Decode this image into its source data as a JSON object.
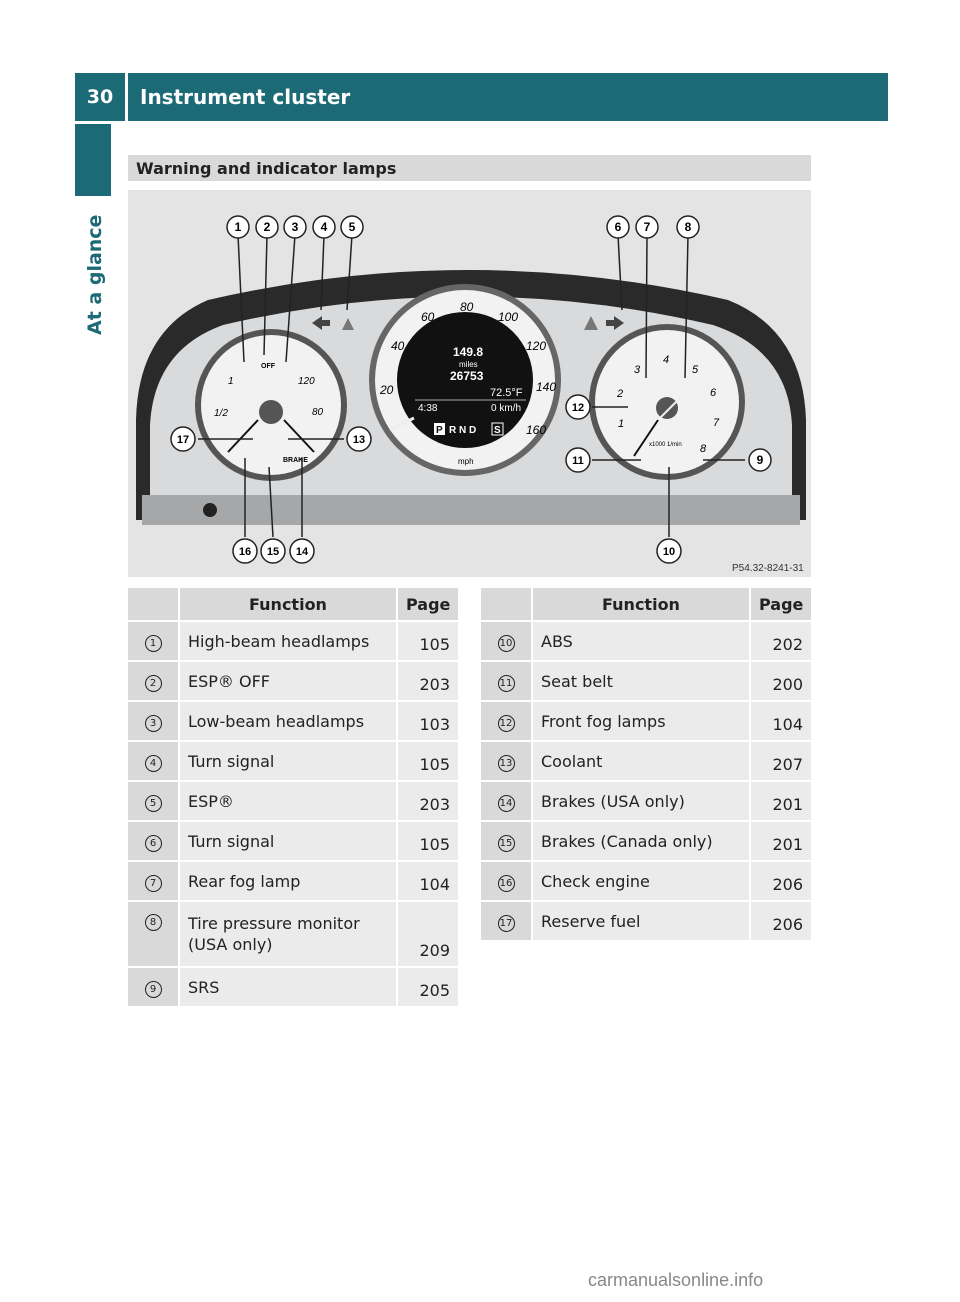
{
  "header": {
    "page_number": "30",
    "title": "Instrument cluster"
  },
  "sidebar": {
    "label": "At a glance"
  },
  "section": {
    "title": "Warning and indicator lamps"
  },
  "figure": {
    "ref_code": "P54.32-8241-31",
    "callouts": [
      "1",
      "2",
      "3",
      "4",
      "5",
      "6",
      "7",
      "8",
      "9",
      "10",
      "11",
      "12",
      "13",
      "14",
      "15",
      "16",
      "17"
    ],
    "speedo_ticks": [
      "20",
      "40",
      "60",
      "80",
      "100",
      "120",
      "140",
      "160"
    ],
    "tacho_ticks": [
      "1",
      "2",
      "3",
      "4",
      "5",
      "6",
      "7",
      "8"
    ],
    "left_gauge_labels": [
      "1",
      "1/2",
      "120",
      "80"
    ],
    "trip": "149.8",
    "trip_unit": "miles",
    "odometer": "26753",
    "temperature": "72.5°F",
    "clock": "4:38",
    "speed_kmh": "0 km/h",
    "gear_p": "P",
    "gears": "R N D",
    "gear_s": "S",
    "speed_unit": "mph",
    "tacho_unit": "x1000 1/min",
    "brake_label": "BRAKE",
    "esp_off_label": "OFF"
  },
  "table_left": {
    "headers": {
      "function": "Function",
      "page": "Page"
    },
    "rows": [
      {
        "num": "1",
        "function": "High-beam headlamps",
        "page": "105"
      },
      {
        "num": "2",
        "function": "ESP® OFF",
        "page": "203"
      },
      {
        "num": "3",
        "function": "Low-beam headlamps",
        "page": "103"
      },
      {
        "num": "4",
        "function": "Turn signal",
        "page": "105"
      },
      {
        "num": "5",
        "function": "ESP®",
        "page": "203"
      },
      {
        "num": "6",
        "function": "Turn signal",
        "page": "105"
      },
      {
        "num": "7",
        "function": "Rear fog lamp",
        "page": "104"
      },
      {
        "num": "8",
        "function": "Tire pressure monitor (USA only)",
        "page": "209"
      },
      {
        "num": "9",
        "function": "SRS",
        "page": "205"
      }
    ]
  },
  "table_right": {
    "headers": {
      "function": "Function",
      "page": "Page"
    },
    "rows": [
      {
        "num": "10",
        "function": "ABS",
        "page": "202"
      },
      {
        "num": "11",
        "function": "Seat belt",
        "page": "200"
      },
      {
        "num": "12",
        "function": "Front fog lamps",
        "page": "104"
      },
      {
        "num": "13",
        "function": "Coolant",
        "page": "207"
      },
      {
        "num": "14",
        "function": "Brakes (USA only)",
        "page": "201"
      },
      {
        "num": "15",
        "function": "Brakes (Canada only)",
        "page": "201"
      },
      {
        "num": "16",
        "function": "Check engine",
        "page": "206"
      },
      {
        "num": "17",
        "function": "Reserve fuel",
        "page": "206"
      }
    ]
  },
  "watermark": "carmanualsonline.info"
}
